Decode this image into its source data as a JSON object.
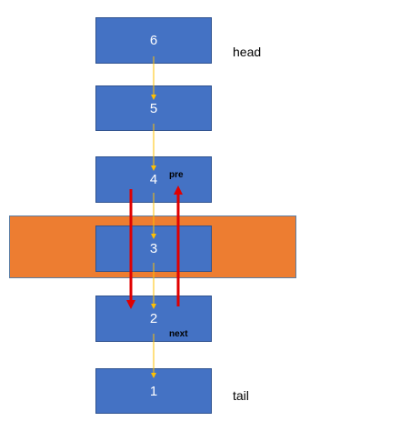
{
  "colors": {
    "node_fill": "#4472c4",
    "node_border": "#2f528f",
    "band_fill": "#ed7d31",
    "next_link": "#ffc000",
    "swap_arrow": "#e00000"
  },
  "nodes": [
    {
      "value": "6"
    },
    {
      "value": "5"
    },
    {
      "value": "4"
    },
    {
      "value": "3"
    },
    {
      "value": "2"
    },
    {
      "value": "1"
    }
  ],
  "labels": {
    "head": "head",
    "tail": "tail",
    "pre": "pre",
    "next": "next"
  }
}
